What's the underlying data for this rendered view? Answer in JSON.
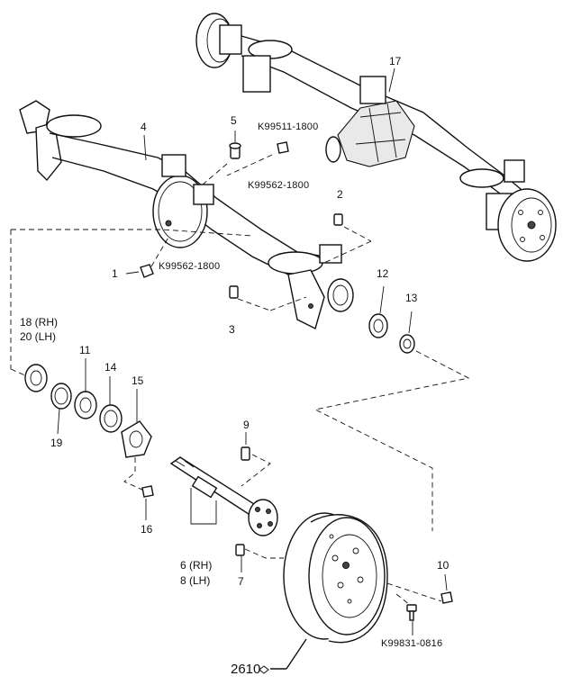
{
  "labels": {
    "p1": "1",
    "p2": "2",
    "p3": "3",
    "p4": "4",
    "p5": "5",
    "p6": "6 (RH)",
    "p8": "8 (LH)",
    "p7": "7",
    "p9": "9",
    "p10": "10",
    "p11": "11",
    "p12": "12",
    "p13": "13",
    "p14": "14",
    "p15": "15",
    "p16": "16",
    "p17": "17",
    "p18": "18 (RH)",
    "p20": "20 (LH)",
    "p19": "19",
    "c_k99511": "K99511-1800",
    "c_k99562_top": "K99562-1800",
    "c_k99562_left": "K99562-1800",
    "c_k99831": "K99831-0816",
    "ref_2610": "2610"
  }
}
